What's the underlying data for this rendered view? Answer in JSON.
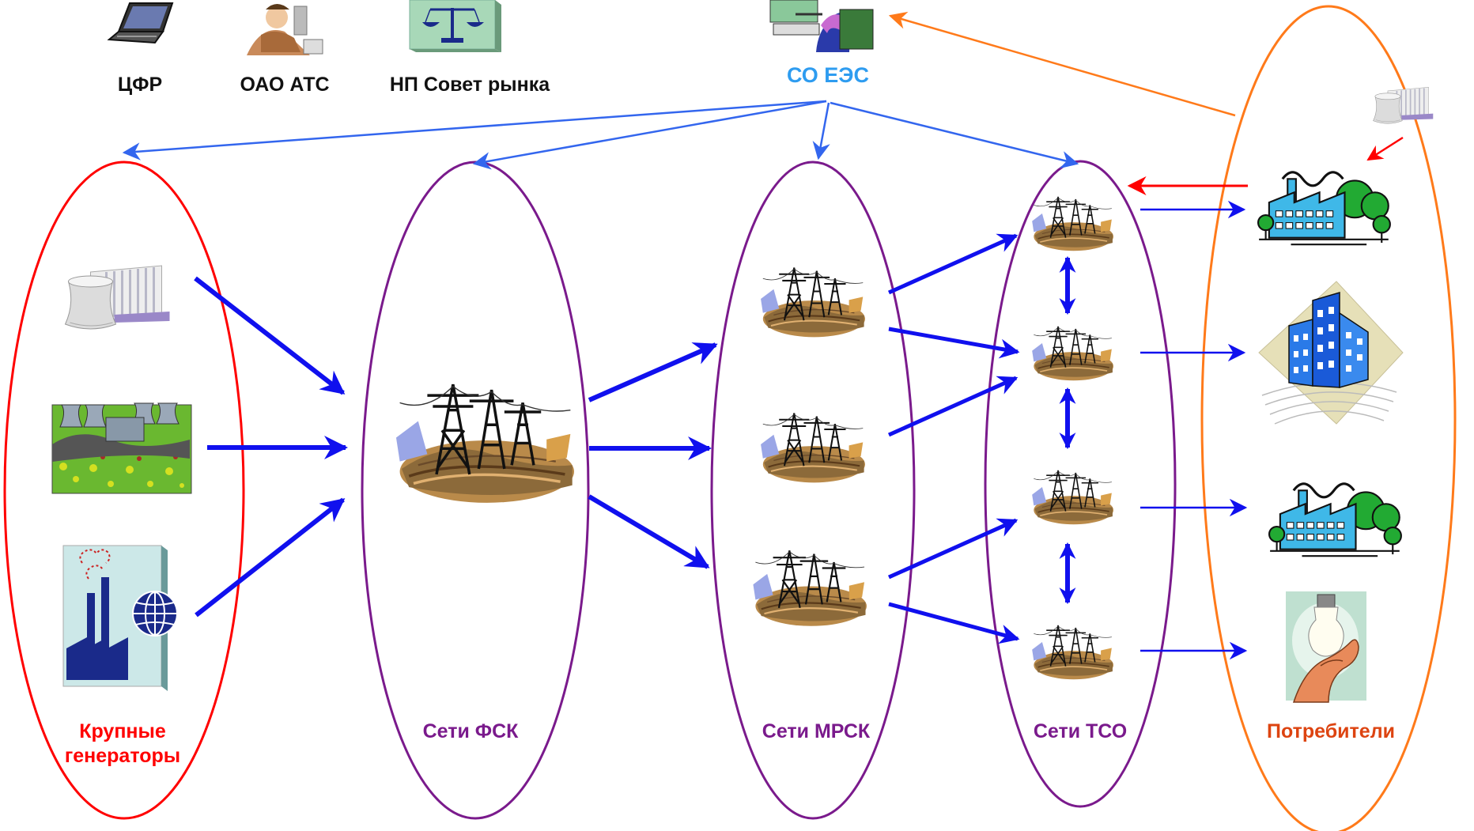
{
  "top_labels": {
    "cfr": "ЦФР",
    "ats": "ОАО АТС",
    "council": "НП Совет рынка",
    "so_ees": "СО ЕЭС"
  },
  "groups": {
    "generators": {
      "line1": "Крупные",
      "line2": "генераторы"
    },
    "fsk": "Сети ФСК",
    "mrsk": "Сети МРСК",
    "tso": "Сети ТСО",
    "consumers": "Потребители"
  },
  "icons": {
    "cfr": "laptop-icon",
    "ats": "office-worker-icon",
    "council": "scales-icon",
    "so_ees": "dispatcher-operator-icon",
    "npp": "nuclear-power-plant-icon",
    "tpp": "thermal-power-plant-icon",
    "factory_globe": "factory-globe-icon",
    "transmission": "power-transmission-tower-icon",
    "factory": "factory-icon",
    "office": "office-building-icon",
    "bulb": "light-bulb-hand-icon",
    "consumer_plant": "consumer-generator-icon"
  },
  "colors": {
    "generators": "#ff0000",
    "networks": "#7a1a8c",
    "consumers": "#ff7a1a",
    "so_ees": "#2e9cf0",
    "flow_arrow": "#1010ee",
    "control_arrow": "#3366ee",
    "feedback_arrow": "#ff0000",
    "consumer_arrow": "#ff7a1a",
    "labels_black": "#111111"
  }
}
